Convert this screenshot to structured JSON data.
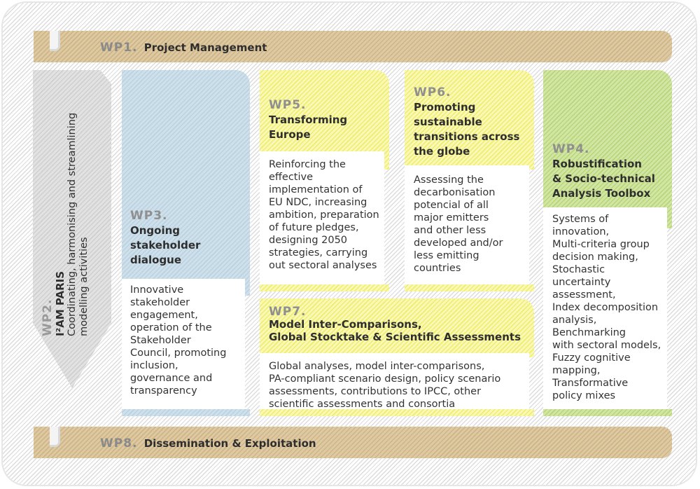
{
  "wp1": {
    "num": "WP1.",
    "title": "Project Management"
  },
  "wp8": {
    "num": "WP8.",
    "title": "Dissemination & Exploitation"
  },
  "wp2": {
    "num": "WP2.",
    "name": "I²AM PARIS",
    "desc_line1": "Coordinating, harmonising and streamlining",
    "desc_line2": "modelling activities"
  },
  "wp3": {
    "num": "WP3.",
    "title_lines": [
      "Ongoing",
      "stakeholder",
      "dialogue"
    ],
    "body_lines": [
      "Innovative",
      "stakeholder",
      "engagement,",
      "operation of the",
      "Stakeholder",
      "Council, promoting",
      "inclusion,",
      "governance and",
      "transparency"
    ]
  },
  "wp5": {
    "num": "WP5.",
    "title_lines": [
      "Transforming",
      "Europe"
    ],
    "body_lines": [
      "Reinforcing the",
      "effective",
      "implementation of",
      "EU NDC, increasing",
      "ambition, preparation",
      "of future pledges,",
      "designing 2050",
      "strategies, carrying",
      "out sectoral analyses"
    ]
  },
  "wp6": {
    "num": "WP6.",
    "title_lines": [
      "Promoting",
      "sustainable",
      "transitions across",
      "the globe"
    ],
    "body_lines": [
      "Assessing the",
      "decarbonisation",
      "potencial of all",
      "major emitters",
      "and other less",
      "developed and/or",
      "less emitting",
      "countries"
    ]
  },
  "wp4": {
    "num": "WP4.",
    "title_lines": [
      "Robustification",
      "& Socio-technical",
      "Analysis Toolbox"
    ],
    "body_lines": [
      "Systems of",
      "innovation,",
      "Multi-criteria group",
      "decision making,",
      "Stochastic",
      "uncertainty",
      "assessment,",
      "Index decomposition",
      "analysis,",
      "Benchmarking",
      "with sectoral models,",
      "Fuzzy cognitive",
      "mapping,",
      "Transformative",
      "policy mixes"
    ]
  },
  "wp7": {
    "num": "WP7.",
    "title_lines": [
      "Model Inter-Comparisons,",
      "Global Stocktake & Scientific Assessments"
    ],
    "body_lines": [
      "Global analyses, model inter-comparisons,",
      "PA-compliant scenario design, policy scenario",
      "assessments, contributions to IPCC, other",
      "scientific assessments and consortia"
    ]
  }
}
